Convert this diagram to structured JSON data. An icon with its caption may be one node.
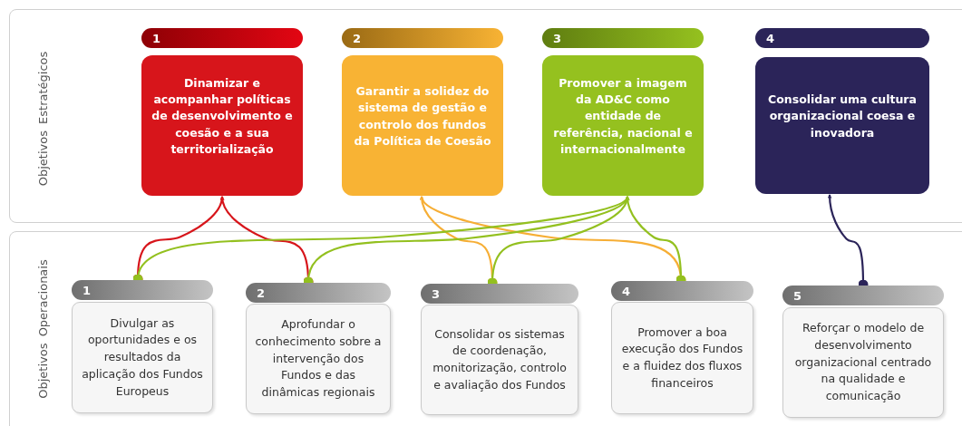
{
  "diagram": {
    "nodes": [
      {
        "text": [
          "Objetivos Estratégicos"
        ]
      },
      {
        "text": [
          "1",
          "Dinamizar e acompanhar políticas de desenvolvimento e coesão e a sua territorialização"
        ],
        "in": 0
      },
      {
        "text": [
          "2",
          "Garantir a solidez do sistema de gestão e controlo dos fundos da Política de Coesão"
        ],
        "in": 0
      },
      {
        "text": [
          "3",
          "Promover a imagem da AD&C como entidade de referência, nacional e internacionalmente"
        ],
        "in": 0
      },
      {
        "text": [
          "4",
          "Consolidar uma cultura organizacional coesa e inovadora"
        ],
        "in": 0
      },
      {
        "text": [
          "Objetivos Operacionais"
        ]
      },
      {
        "text": [
          "1",
          "Divulgar as oportunidades e os resultados da aplicação dos Fundos Europeus"
        ],
        "in": 5
      },
      {
        "text": [
          "2",
          "Aprofundar o conhecimento sobre a intervenção dos Fundos e das dinâmicas regionais"
        ],
        "in": 5
      },
      {
        "text": [
          "3",
          "Consolidar os sistemas de coordenação, monitorização, controlo e avaliação dos Fundos"
        ],
        "in": 5
      },
      {
        "text": [
          "4",
          "Promover a boa execução dos Fundos e a fluidez dos fluxos financeiros"
        ],
        "in": 5
      },
      {
        "text": [
          "5",
          "Reforçar o modelo de desenvolvimento organizacional centrado na qualidade e comunicação"
        ],
        "in": 5
      }
    ],
    "edges": [
      {
        "from": 6,
        "to": 1,
        "arrow": "to",
        "color": "#d7151b"
      },
      {
        "from": 7,
        "to": 1,
        "arrow": "to",
        "color": "#d7151b"
      },
      {
        "from": 8,
        "to": 2,
        "arrow": "to",
        "color": "#f6ae35"
      },
      {
        "from": 9,
        "to": 2,
        "arrow": "to",
        "color": "#f6ae35"
      },
      {
        "from": 6,
        "to": 3,
        "arrow": "to"
      },
      {
        "from": 7,
        "to": 3,
        "arrow": "to"
      },
      {
        "from": 8,
        "to": 3,
        "arrow": "to"
      },
      {
        "from": 9,
        "to": 3,
        "arrow": "to"
      },
      {
        "from": 10,
        "to": 4,
        "arrow": "to",
        "color": "#2b2459"
      }
    ]
  }
}
